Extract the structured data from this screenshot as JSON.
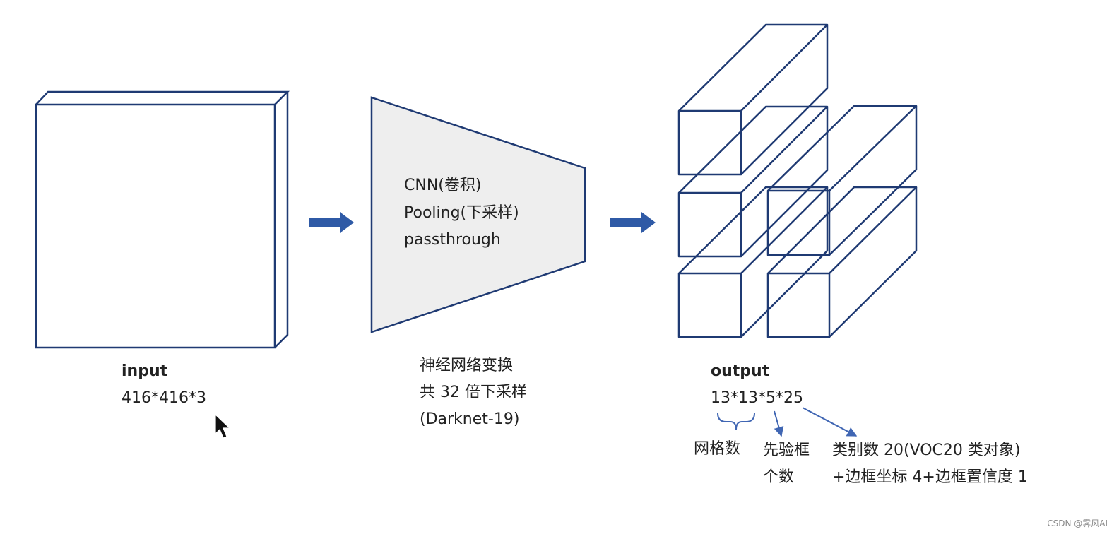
{
  "input": {
    "title": "input",
    "dims": "416*416*3"
  },
  "network": {
    "lines": [
      "CNN(卷积)",
      "Pooling(下采样)",
      "passthrough"
    ],
    "caption": [
      "神经网络变换",
      "共 32 倍下采样",
      "(Darknet-19)"
    ]
  },
  "output": {
    "title": "output",
    "dims": "13*13*5*25",
    "notes": {
      "grid": "网格数",
      "anchors": [
        "先验框",
        "个数"
      ],
      "content": [
        "类别数 20(VOC20 类对象)",
        "+边框坐标 4+边框置信度 1"
      ]
    }
  },
  "watermark": "CSDN @霁风AI",
  "colors": {
    "stroke": "#1f3a73",
    "arrow": "#2f5aa6",
    "funnel_fill": "#eeeeee",
    "annotation": "#4066b3"
  }
}
